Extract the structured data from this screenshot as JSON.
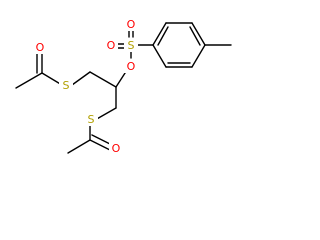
{
  "molecule": {
    "atoms": {
      "S1": {
        "label": "S",
        "color": "#b2a000"
      },
      "S2": {
        "label": "S",
        "color": "#b2a000"
      },
      "O1": {
        "label": "O",
        "color": "#ff0000"
      },
      "O2": {
        "label": "O",
        "color": "#ff0000"
      },
      "S3": {
        "label": "S",
        "color": "#b2a000"
      },
      "O3": {
        "label": "O",
        "color": "#ff0000"
      },
      "O4": {
        "label": "O",
        "color": "#ff0000"
      },
      "O5": {
        "label": "O",
        "color": "#ff0000"
      }
    }
  }
}
